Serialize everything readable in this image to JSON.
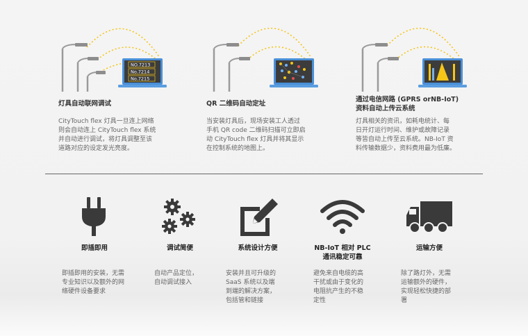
{
  "features": [
    {
      "title": "灯具自动联网调试",
      "desc": [
        "CityTouch flex 灯具一旦连上网络",
        "则会自动连上 CityTouch flex 系统",
        "并自动进行调试，将灯具调整至该",
        "道路对应的设定发光亮度。"
      ],
      "screen_labels": [
        "NO.7213",
        "No.7214",
        "No.7215"
      ]
    },
    {
      "title": "QR 二维码自动定址",
      "desc": [
        "当安装灯具后，现场安装工人透过",
        "手机 QR code 二维码扫描可立即启",
        "动 CityTouch flex 灯具并将其显示",
        "在控制系统的地图上。"
      ]
    },
    {
      "title": "通过电信网路 (GPRS orNB-IoT)\n资料自动上传云系统",
      "title_lines": [
        "通过电信网路 (GPRS orNB-IoT)",
        "资料自动上传云系统"
      ],
      "desc": [
        "灯具相关的资讯，如耗电统计、每",
        "日开灯运行时间、维护或故障记录",
        "等皆自动上传至云系统。NB-IoT 资",
        "料传输数据少，资料费用最为低廉。"
      ]
    }
  ],
  "benefits": [
    {
      "icon": "plug-icon",
      "title": [
        "即插即用"
      ],
      "desc": [
        "即插即用的安装，无需",
        "专业知识以及额外的网",
        "络硬件设备要求"
      ]
    },
    {
      "icon": "gears-icon",
      "title": [
        "调试简便"
      ],
      "desc": [
        "自动产品定位，",
        "自动调试接入"
      ]
    },
    {
      "icon": "edit-icon",
      "title": [
        "系统设计方便"
      ],
      "desc": [
        "安装并且可升级的",
        "SaaS 系统以及端",
        "到端的解决方案，",
        "包括管和链接"
      ]
    },
    {
      "icon": "wifi-icon",
      "title": [
        "NB-IoT 相对 PLC",
        "通讯稳定可靠"
      ],
      "desc": [
        "避免来自电缆的高",
        "干扰或由于变化的",
        "电阻抗产生的不稳",
        "定性"
      ]
    },
    {
      "icon": "truck-icon",
      "title": [
        "运输方便"
      ],
      "desc": [
        "除了路灯外，无需",
        "运输额外的硬件，",
        "实现轻松快捷的部",
        "署"
      ]
    }
  ],
  "colors": {
    "accent": "#f5c518",
    "laptop": "#4a90d9",
    "screen": "#3c3c3c",
    "icon": "#3a3a3a"
  }
}
